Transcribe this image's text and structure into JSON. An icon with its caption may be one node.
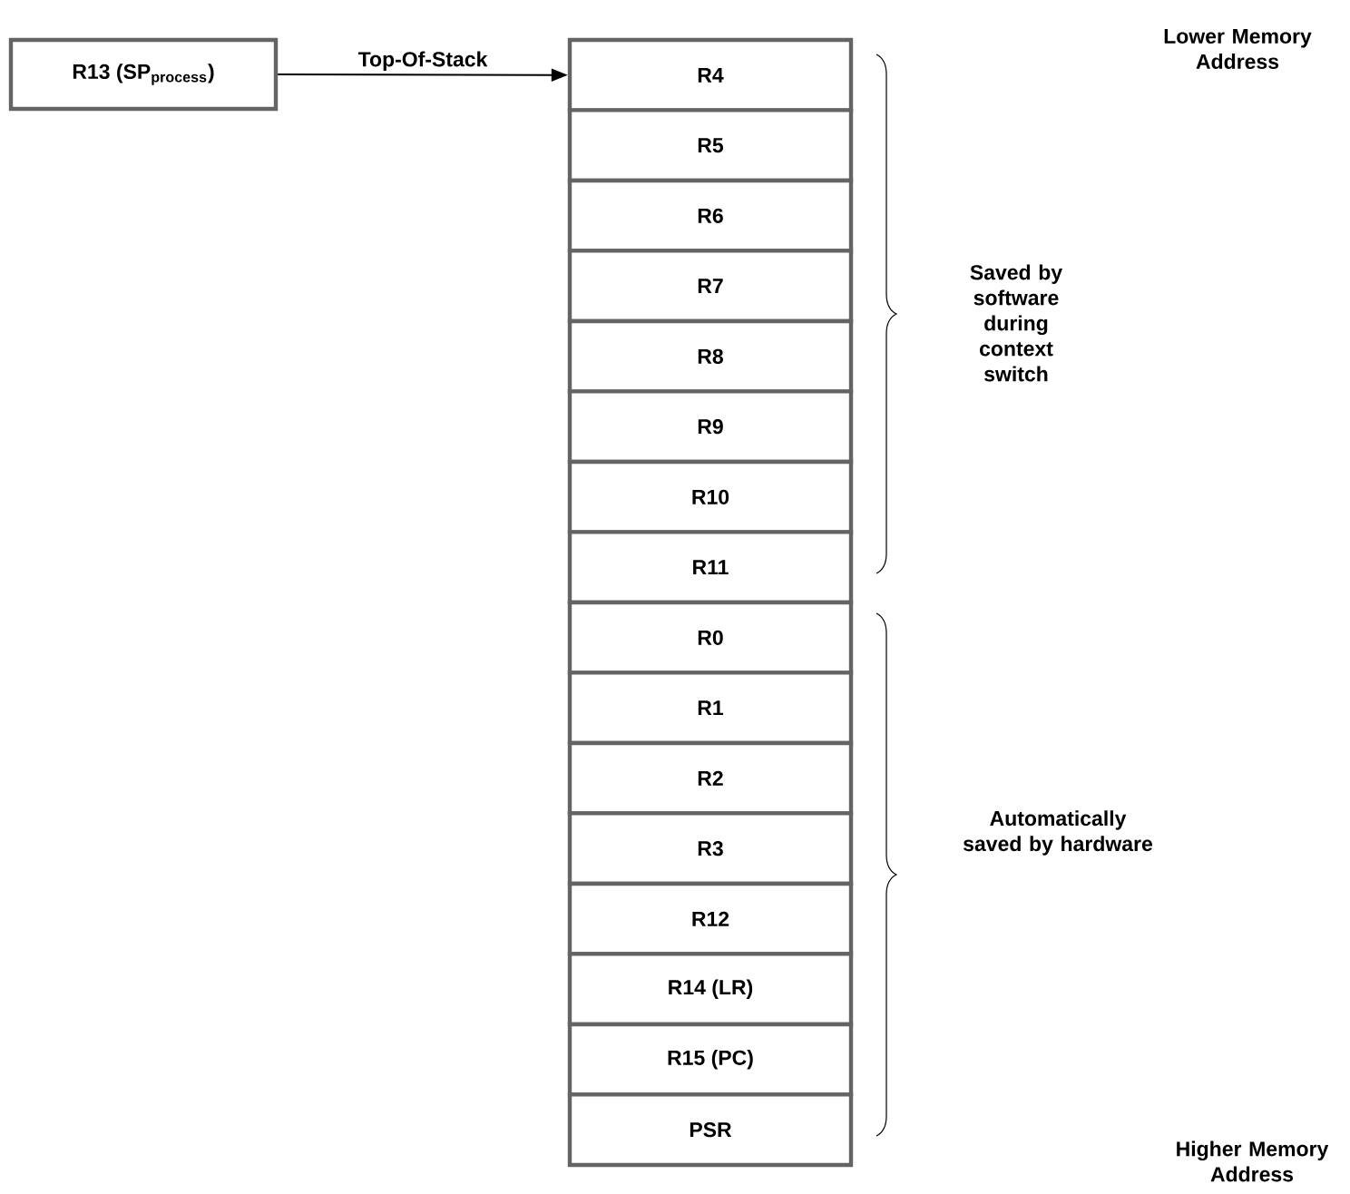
{
  "diagram": {
    "nodes": [
      {
        "text": [
          "R13 (SP$_{process}$)"
        ]
      },
      {
        "text": [
          "R4"
        ]
      },
      {
        "text": [
          "R5"
        ]
      },
      {
        "text": [
          "R6"
        ]
      },
      {
        "text": [
          "R7"
        ]
      },
      {
        "text": [
          "R8"
        ]
      },
      {
        "text": [
          "R9"
        ]
      },
      {
        "text": [
          "R10"
        ]
      },
      {
        "text": [
          "R11"
        ]
      },
      {
        "text": [
          "R0"
        ]
      },
      {
        "text": [
          "R1"
        ]
      },
      {
        "text": [
          "R2"
        ]
      },
      {
        "text": [
          "R3"
        ]
      },
      {
        "text": [
          "R12"
        ]
      },
      {
        "text": [
          "R14 (LR)"
        ]
      },
      {
        "text": [
          "R15 (PC)"
        ]
      },
      {
        "text": [
          "PSR"
        ]
      }
    ],
    "edges": [
      {
        "from": 0,
        "to": 1,
        "arrow": "to",
        "label": "Top-Of-Stack"
      }
    ],
    "labels": [
      "Lower Memory Address",
      "Saved by software during context switch",
      "Automatically saved by hardware",
      "Higher Memory Address"
    ]
  }
}
